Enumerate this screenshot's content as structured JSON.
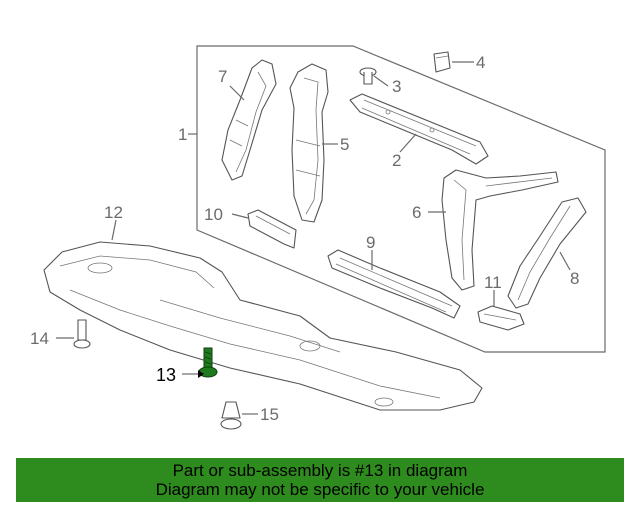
{
  "callouts": {
    "c1": "1",
    "c2": "2",
    "c3": "3",
    "c4": "4",
    "c5": "5",
    "c6": "6",
    "c7": "7",
    "c8": "8",
    "c9": "9",
    "c10": "10",
    "c11": "11",
    "c12": "12",
    "c13": "13",
    "c14": "14",
    "c15": "15"
  },
  "highlight_part": "13",
  "colors": {
    "banner_bg": "#2e8b1e",
    "highlight_part": "#1f7a1f",
    "line": "#6b6b6b"
  },
  "banner": {
    "line1": "Part or sub-assembly is #13 in diagram",
    "line2": "Diagram may not be specific to your vehicle"
  }
}
